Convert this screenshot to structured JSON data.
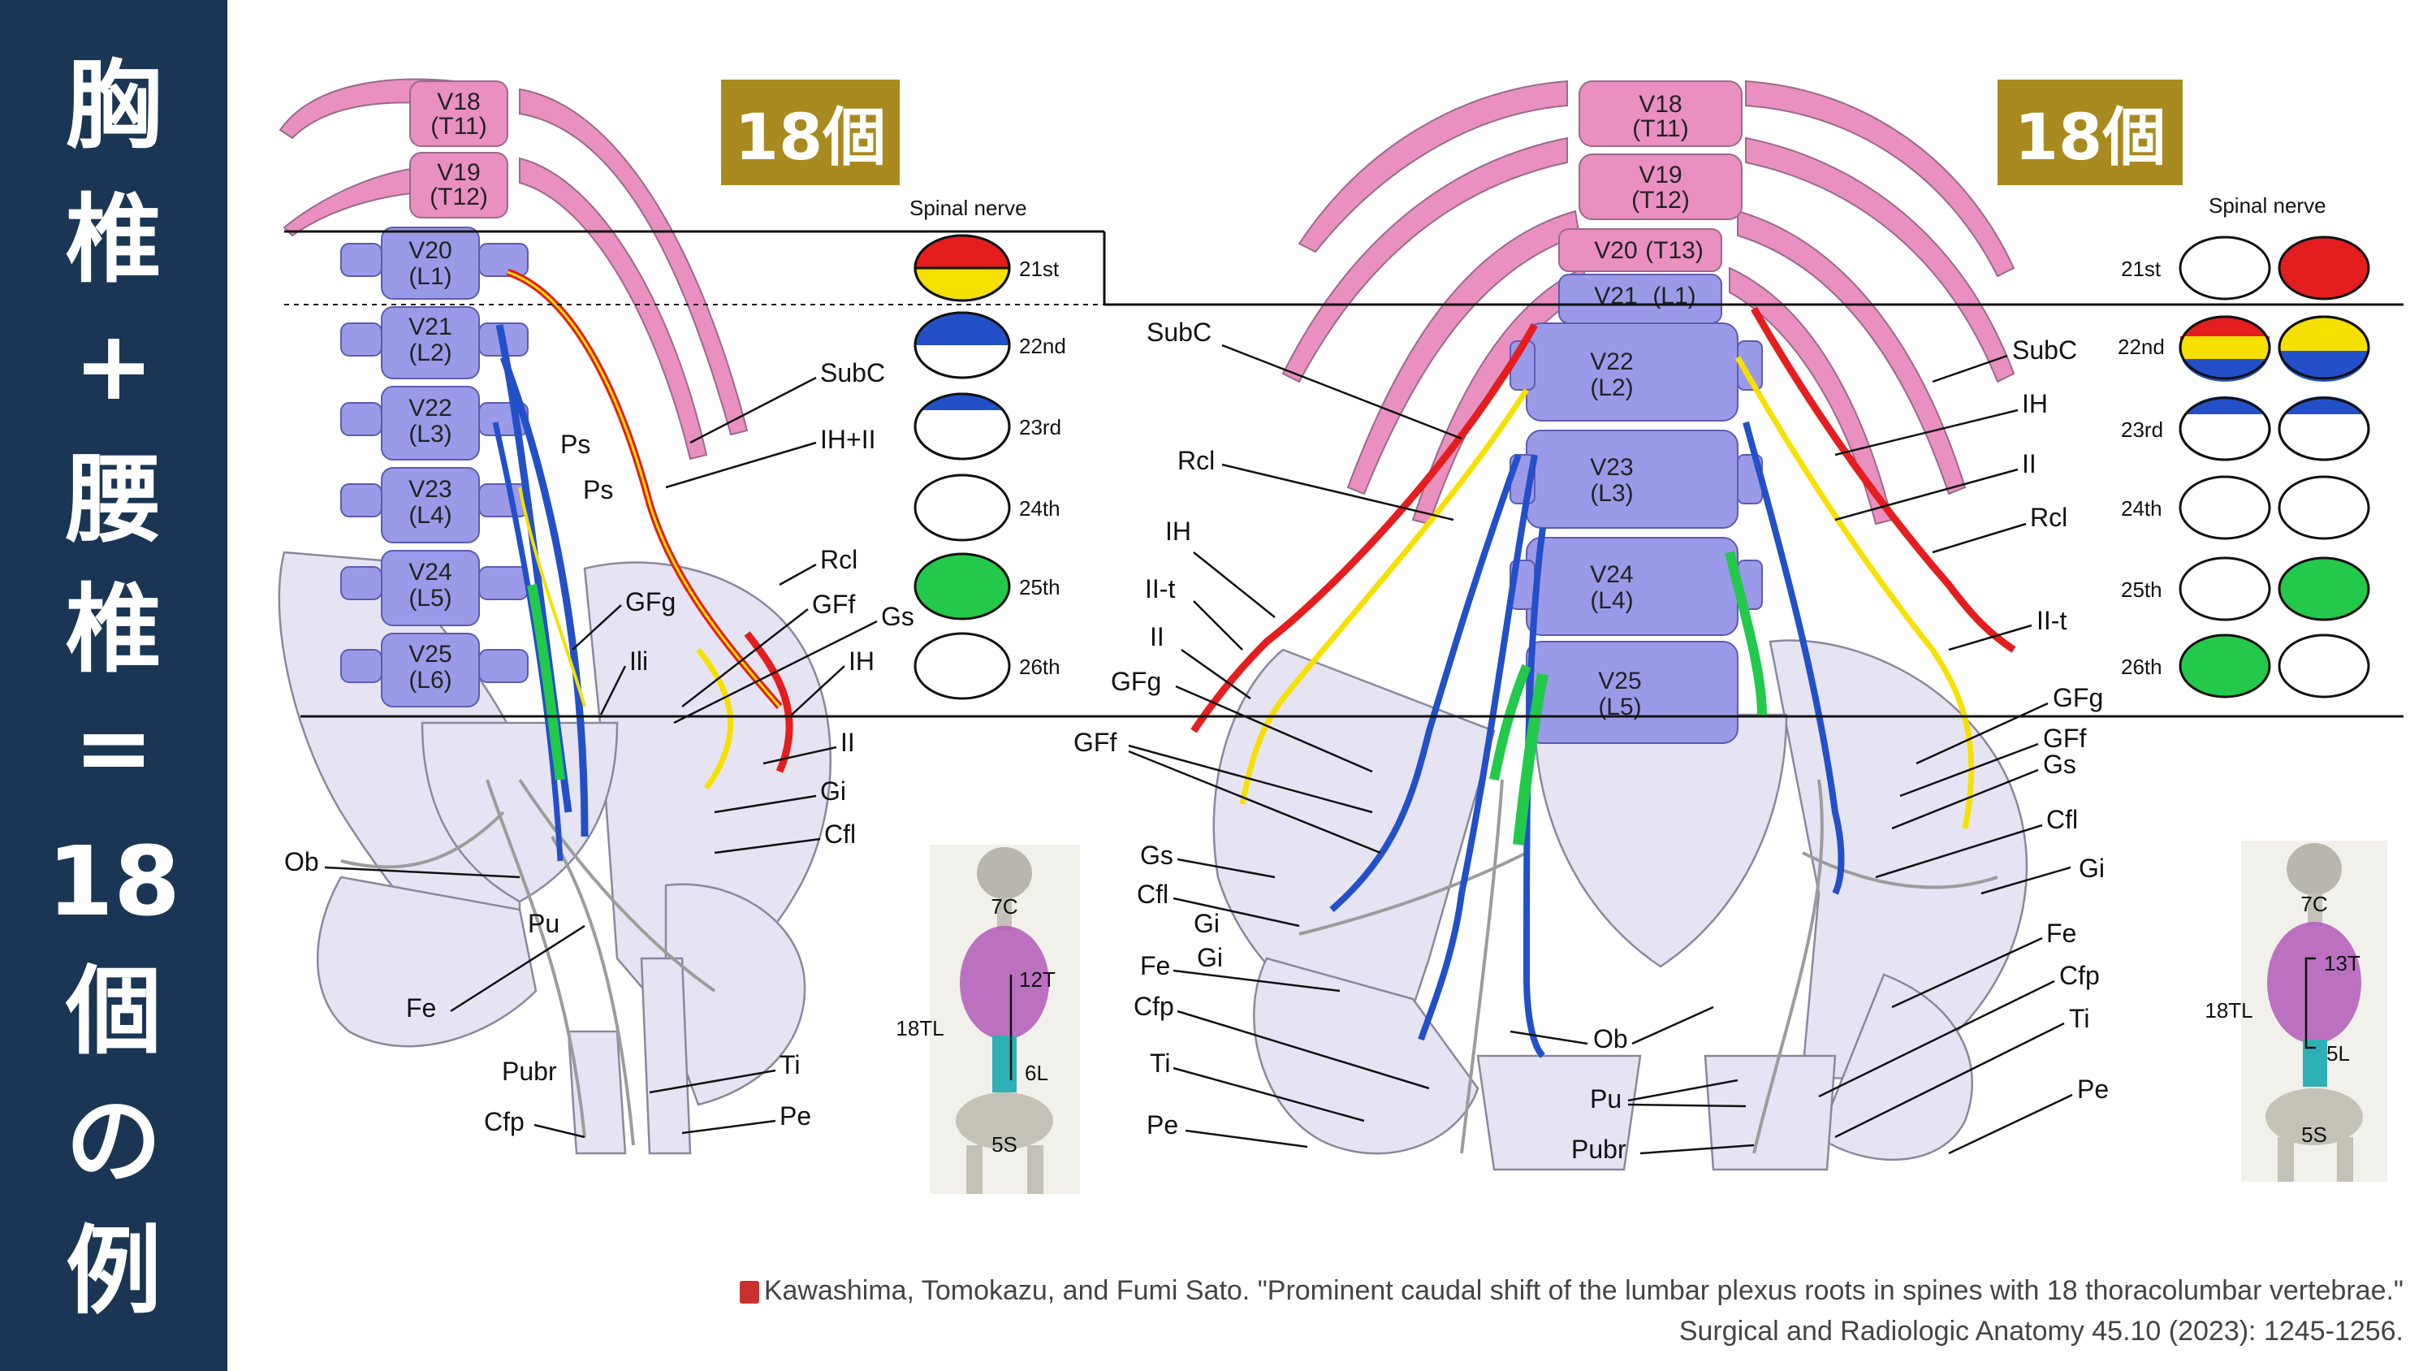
{
  "sidebar": {
    "chars": [
      "胸",
      "椎",
      "+",
      "腰",
      "椎",
      "=",
      "18",
      "個",
      "の",
      "例"
    ]
  },
  "badges": [
    "18個",
    "18個"
  ],
  "left": {
    "spinal_nerve_header": "Spinal nerve",
    "nerves": [
      "21st",
      "22nd",
      "23rd",
      "24th",
      "25th",
      "26th"
    ],
    "vertebrae": [
      {
        "v": "V18",
        "t": "(T11)"
      },
      {
        "v": "V19",
        "t": "(T12)"
      },
      {
        "v": "V20",
        "t": "(L1)"
      },
      {
        "v": "V21",
        "t": "(L2)"
      },
      {
        "v": "V22",
        "t": "(L3)"
      },
      {
        "v": "V23",
        "t": "(L4)"
      },
      {
        "v": "V24",
        "t": "(L5)"
      },
      {
        "v": "V25",
        "t": "(L6)"
      }
    ],
    "labels": [
      "SubC",
      "IH+II",
      "Ps",
      "Ps",
      "Rcl",
      "GFg",
      "GFf",
      "Gs",
      "IH",
      "Ili",
      "II",
      "Gi",
      "Cfl",
      "Ob",
      "Pu",
      "Fe",
      "Pubr",
      "Cfp",
      "Ti",
      "Pe"
    ]
  },
  "right": {
    "spinal_nerve_header": "Spinal nerve",
    "nerves": [
      "21st",
      "22nd",
      "23rd",
      "24th",
      "25th",
      "26th"
    ],
    "vertebrae": [
      {
        "v": "V18",
        "t": "(T11)"
      },
      {
        "v": "V19",
        "t": "(T12)"
      },
      {
        "v": "V20",
        "t": "(T13)"
      },
      {
        "v": "V21",
        "t": "(L1)"
      },
      {
        "v": "V22",
        "t": "(L2)"
      },
      {
        "v": "V23",
        "t": "(L3)"
      },
      {
        "v": "V24",
        "t": "(L4)"
      },
      {
        "v": "V25",
        "t": "(L5)"
      }
    ],
    "labels_left": [
      "SubC",
      "Rcl",
      "IH",
      "II-t",
      "II",
      "GFg",
      "GFf",
      "Gs",
      "Cfl",
      "Gi",
      "Gi",
      "Fe",
      "Cfp",
      "Ti",
      "Pe"
    ],
    "labels_right": [
      "SubC",
      "IH",
      "II",
      "Rcl",
      "II-t",
      "GFg",
      "GFf",
      "Gs",
      "Cfl",
      "Gi",
      "Fe",
      "Cfp",
      "Ti",
      "Pe"
    ],
    "labels_bottom": [
      "Ob",
      "Pu",
      "Pubr"
    ]
  },
  "skeleton_left": {
    "c": "7C",
    "t": "12T",
    "tl": "18TL",
    "l": "6L",
    "s": "5S"
  },
  "skeleton_right": {
    "c": "7C",
    "t": "13T",
    "tl": "18TL",
    "l": "5L",
    "s": "5S"
  },
  "reference": {
    "line1": "Kawashima, Tomokazu, and Fumi Sato. \"Prominent caudal shift of the lumbar plexus roots in spines with 18 thoracolumbar vertebrae.\"",
    "line2": "Surgical and Radiologic Anatomy 45.10 (2023): 1245-1256."
  },
  "colors": {
    "sidebar": "#1a3654",
    "badge": "#a88a1e",
    "rib": "#e990c0",
    "vertebra": "#9a9ae8",
    "pelvis": "#e6e4f2",
    "nerve_red": "#e41e1e",
    "nerve_yellow": "#f5e000",
    "nerve_blue": "#2350c8",
    "nerve_green": "#22c94a"
  }
}
